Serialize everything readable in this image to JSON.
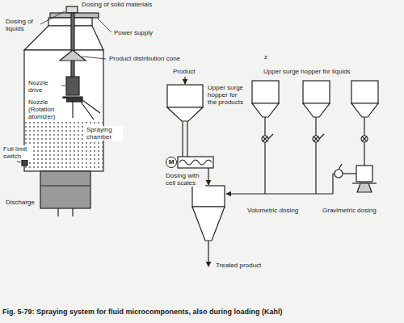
{
  "diagram": {
    "caption": "Fig. 5-79: Spraying system for fluid microcomponents, also during loading (Kahl)",
    "nodes": [
      {
        "text": [
          "M"
        ]
      }
    ],
    "labels": [
      "Dosing of solid materials",
      "Dosing of liquids",
      "Power supply",
      "Product distribution cone",
      "z",
      "Product",
      "Upper surge hopper for liquids",
      "Upper surge hopper for the products",
      "Nozzle drive",
      "Nozzle (Rotation atomizer)",
      "Spraying chamber",
      "Full limit switch",
      "Dosing with cell scales",
      "Discharge",
      "Volumetric dosing",
      "Gravimetric dosing",
      "Treated product"
    ]
  }
}
